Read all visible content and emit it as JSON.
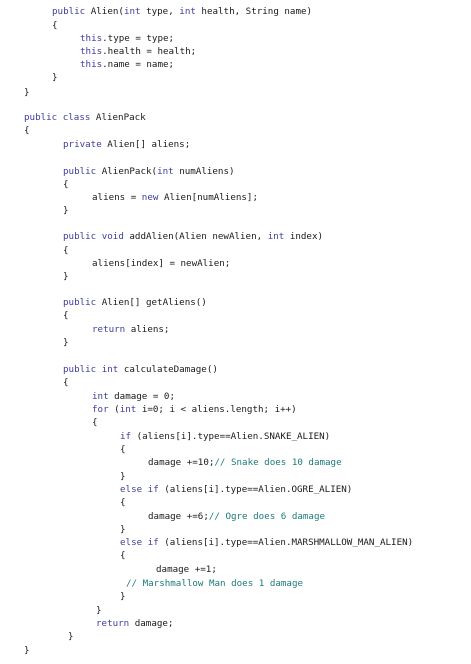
{
  "code": {
    "lines": [
      [
        {
          "t": "public ",
          "c": "kw"
        },
        {
          "t": "Alien(",
          "c": "tx"
        },
        {
          "t": "int ",
          "c": "kw"
        },
        {
          "t": "type, ",
          "c": "tx"
        },
        {
          "t": "int ",
          "c": "kw"
        },
        {
          "t": "health, String name)",
          "c": "tx"
        }
      ],
      [
        {
          "t": "{",
          "c": "tx"
        }
      ],
      [
        {
          "t": "this",
          "c": "kw"
        },
        {
          "t": ".type = type;",
          "c": "tx"
        }
      ],
      [
        {
          "t": "this",
          "c": "kw"
        },
        {
          "t": ".health = health;",
          "c": "tx"
        }
      ],
      [
        {
          "t": "this",
          "c": "kw"
        },
        {
          "t": ".name = name;",
          "c": "tx"
        }
      ],
      [
        {
          "t": "}",
          "c": "tx"
        }
      ],
      [
        {
          "t": "}",
          "c": "tx"
        }
      ],
      [
        {
          "t": "public class ",
          "c": "kw"
        },
        {
          "t": "AlienPack",
          "c": "tx"
        }
      ],
      [
        {
          "t": "{",
          "c": "tx"
        }
      ],
      [
        {
          "t": "private ",
          "c": "kw"
        },
        {
          "t": "Alien[] aliens;",
          "c": "tx"
        }
      ],
      [
        {
          "t": "public ",
          "c": "kw"
        },
        {
          "t": "AlienPack(",
          "c": "tx"
        },
        {
          "t": "int ",
          "c": "kw"
        },
        {
          "t": "numAliens)",
          "c": "tx"
        }
      ],
      [
        {
          "t": "{",
          "c": "tx"
        }
      ],
      [
        {
          "t": "aliens = ",
          "c": "tx"
        },
        {
          "t": "new ",
          "c": "kw"
        },
        {
          "t": "Alien[numAliens];",
          "c": "tx"
        }
      ],
      [
        {
          "t": "}",
          "c": "tx"
        }
      ],
      [
        {
          "t": "public void ",
          "c": "kw"
        },
        {
          "t": "addAlien(Alien newAlien, ",
          "c": "tx"
        },
        {
          "t": "int ",
          "c": "kw"
        },
        {
          "t": "index)",
          "c": "tx"
        }
      ],
      [
        {
          "t": "{",
          "c": "tx"
        }
      ],
      [
        {
          "t": "aliens[index] = newAlien;",
          "c": "tx"
        }
      ],
      [
        {
          "t": "}",
          "c": "tx"
        }
      ],
      [
        {
          "t": "public ",
          "c": "kw"
        },
        {
          "t": "Alien[] getAliens()",
          "c": "tx"
        }
      ],
      [
        {
          "t": "{",
          "c": "tx"
        }
      ],
      [
        {
          "t": "return ",
          "c": "kw"
        },
        {
          "t": "aliens;",
          "c": "tx"
        }
      ],
      [
        {
          "t": "}",
          "c": "tx"
        }
      ],
      [
        {
          "t": "public int ",
          "c": "kw"
        },
        {
          "t": "calculateDamage()",
          "c": "tx"
        }
      ],
      [
        {
          "t": "{",
          "c": "tx"
        }
      ],
      [
        {
          "t": "int ",
          "c": "kw"
        },
        {
          "t": "damage = 0;",
          "c": "tx"
        }
      ],
      [
        {
          "t": "for ",
          "c": "kw"
        },
        {
          "t": "(",
          "c": "tx"
        },
        {
          "t": "int ",
          "c": "kw"
        },
        {
          "t": "i=0; i < aliens.length; i++)",
          "c": "tx"
        }
      ],
      [
        {
          "t": "{",
          "c": "tx"
        }
      ],
      [
        {
          "t": "if ",
          "c": "kw"
        },
        {
          "t": "(aliens[i].type==Alien.SNAKE_ALIEN)",
          "c": "tx"
        }
      ],
      [
        {
          "t": "{",
          "c": "tx"
        }
      ],
      [
        {
          "t": "damage +=10;",
          "c": "tx"
        },
        {
          "t": "// Snake does 10 damage",
          "c": "cm"
        }
      ],
      [
        {
          "t": "}",
          "c": "tx"
        }
      ],
      [
        {
          "t": "else if ",
          "c": "kw"
        },
        {
          "t": "(aliens[i].type==Alien.OGRE_ALIEN)",
          "c": "tx"
        }
      ],
      [
        {
          "t": "{",
          "c": "tx"
        }
      ],
      [
        {
          "t": "damage +=6;",
          "c": "tx"
        },
        {
          "t": "// Ogre does 6 damage",
          "c": "cm"
        }
      ],
      [
        {
          "t": "}",
          "c": "tx"
        }
      ],
      [
        {
          "t": "else if ",
          "c": "kw"
        },
        {
          "t": "(aliens[i].type==Alien.MARSHMALLOW_MAN_ALIEN)",
          "c": "tx"
        }
      ],
      [
        {
          "t": "{",
          "c": "tx"
        }
      ],
      [
        {
          "t": "damage +=1;",
          "c": "tx"
        }
      ],
      [
        {
          "t": "// Marshmallow Man does 1 damage",
          "c": "cm"
        }
      ],
      [
        {
          "t": "}",
          "c": "tx"
        }
      ],
      [
        {
          "t": "}",
          "c": "tx"
        }
      ],
      [
        {
          "t": "return ",
          "c": "kw"
        },
        {
          "t": "damage;",
          "c": "tx"
        }
      ],
      [
        {
          "t": "}",
          "c": "tx"
        }
      ],
      [
        {
          "t": "}",
          "c": "tx"
        }
      ]
    ]
  }
}
